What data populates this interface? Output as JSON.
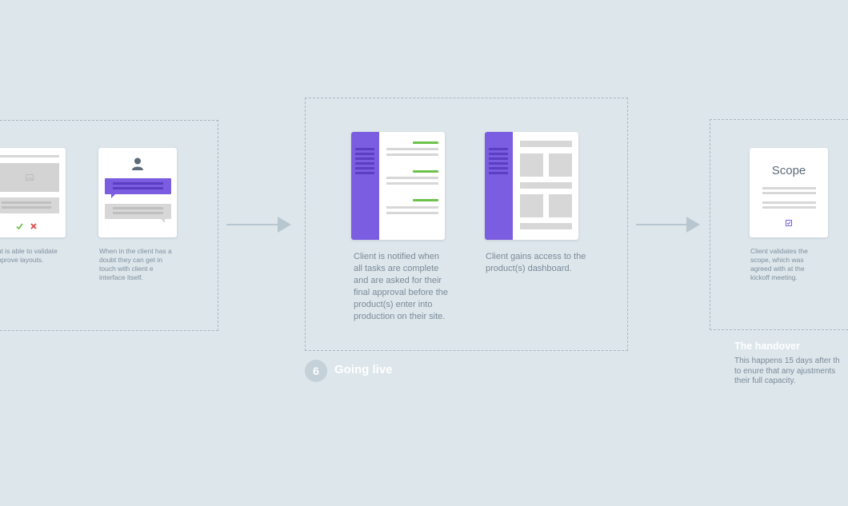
{
  "left_section": {
    "card1_caption": "ent is able to validate\napprove layouts.",
    "card2_caption": "When in the client has a\ndoubt they can get in\ntouch with client e\ninterface itself."
  },
  "middle_section": {
    "card1_caption": "Client is notified when\nall tasks are complete\nand are asked for their\nfinal approval before the\nproduct(s) enter into\nproduction on their site.",
    "card2_caption": "Client gains access to the\nproduct(s) dashboard.",
    "step_number": "6",
    "step_title": "Going live"
  },
  "right_section": {
    "card_title": "Scope",
    "card_caption": "Client validates the\nscope, which was\nagreed with at the\nkickoff meeting.",
    "handover_title": "The handover",
    "handover_text": "This happens 15 days after th\nto enure that any ajustments\ntheir full capacity."
  },
  "colors": {
    "background": "#dde6eb",
    "accent_purple": "#7a5de0",
    "accent_green": "#6cc24a",
    "reject_red": "#e0464a"
  },
  "icons": [
    "image-icon",
    "check-icon",
    "cross-icon",
    "user-icon",
    "checkbox-icon",
    "arrow-right-icon"
  ]
}
